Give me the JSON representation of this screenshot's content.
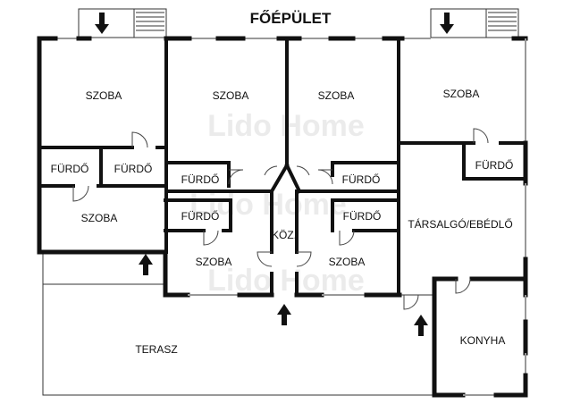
{
  "title": "FŐÉPÜLET",
  "watermark": "Lido Home",
  "rooms": {
    "szoba_1": "SZOBA",
    "szoba_2": "SZOBA",
    "szoba_3": "SZOBA",
    "szoba_4": "SZOBA",
    "szoba_5": "SZOBA",
    "szoba_6": "SZOBA",
    "szoba_7": "SZOBA",
    "furdo_1": "FÜRDŐ",
    "furdo_2": "FÜRDŐ",
    "furdo_3": "FÜRDŐ",
    "furdo_4": "FÜRDŐ",
    "furdo_5": "FÜRDŐ",
    "furdo_6": "FÜRDŐ",
    "furdo_7": "FÜRDŐ",
    "koz": "KÖZ.",
    "tarsalgo": "TÁRSALGÓ/EBÉDLŐ",
    "konyha": "KONYHA",
    "terasz": "TERASZ"
  }
}
